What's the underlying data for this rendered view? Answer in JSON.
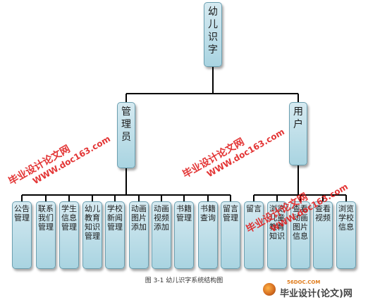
{
  "root": {
    "label": "幼儿识字"
  },
  "branches": [
    {
      "id": "admin",
      "label": "管理员",
      "children": [
        "公告管理",
        "联系我们管理",
        "学生信息管理",
        "幼儿教育知识管理",
        "学校新闻管理",
        "动画图片添加",
        "动画视频添加",
        "书籍管理",
        "书籍查询",
        "留言管理"
      ]
    },
    {
      "id": "user",
      "label": "用户",
      "children": [
        "留言",
        "浏览儿童教育知识",
        "查看动画图片信息",
        "查看视频",
        "浏览学校信息"
      ]
    }
  ],
  "caption": "图 3-1 幼儿识字系统结构图",
  "watermarks": [
    {
      "line1": "毕业设计论文网",
      "line2": "WWW.doc163.com"
    },
    {
      "line1": "毕业设计论文网",
      "line2": "WWW.doc163.com"
    },
    {
      "line1": "毕业设计论文网",
      "line2": "WWW.doc163.com"
    }
  ],
  "logo": {
    "site": "56DOC.COM",
    "brand": "毕业设计(论文)网"
  },
  "colors": {
    "box_top": "#d6eaf1",
    "box_bottom": "#a9d4e1",
    "line": "#000000",
    "watermark": "#e02020"
  }
}
